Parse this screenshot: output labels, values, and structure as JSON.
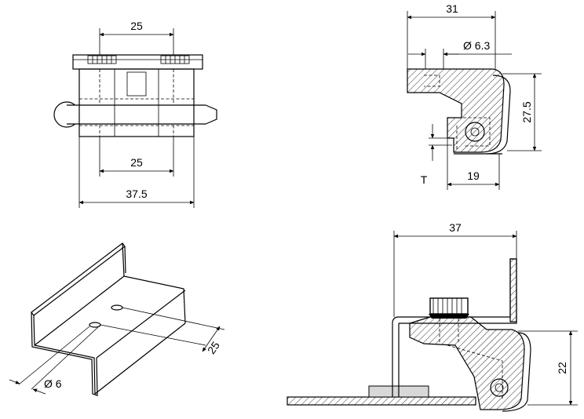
{
  "drawing": {
    "front_view": {
      "dim_top": "25",
      "dim_inner": "25",
      "dim_total": "37.5"
    },
    "side_view": {
      "dim_width": "31",
      "dim_hole": "Ø 6.3",
      "dim_height": "27.5",
      "dim_depth": "19",
      "label_thickness": "T"
    },
    "drill_template": {
      "dim_spacing": "25",
      "dim_hole": "Ø 6"
    },
    "mounted_view": {
      "dim_width": "37",
      "dim_height": "22"
    }
  }
}
